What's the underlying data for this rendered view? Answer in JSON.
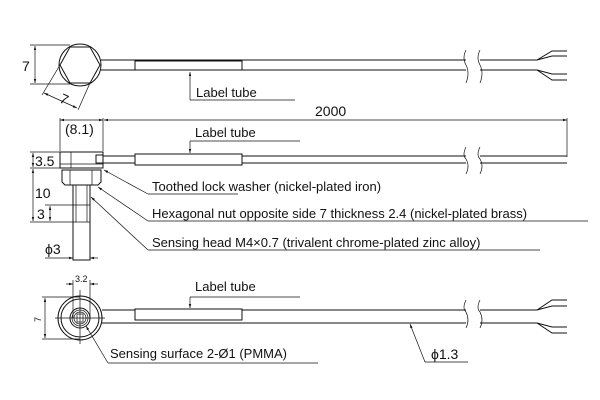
{
  "top_view": {
    "label_tube": "Label tube",
    "hex_height_dim": "7",
    "hex_across_flats_dim": "7"
  },
  "side_view": {
    "length_dim": "2000",
    "width_dim": "(8.1)",
    "label_tube": "Label tube",
    "nut_height_dim": "3.5",
    "thread_length_dim": "10",
    "tip_length_dim": "3",
    "tip_diameter_dim": "ϕ3",
    "callouts": [
      "Toothed lock washer (nickel-plated iron)",
      "Hexagonal nut opposite side 7 thickness 2.4 (nickel-plated brass)",
      "Sensing head M4×0.7 (trivalent chrome-plated zinc alloy)"
    ]
  },
  "front_view": {
    "label_tube": "Label tube",
    "inner_dim": "3.2",
    "outer_dim": "7",
    "sensing_surface": "Sensing surface 2-Ø1 (PMMA)",
    "cable_diameter": "ϕ1.3"
  }
}
